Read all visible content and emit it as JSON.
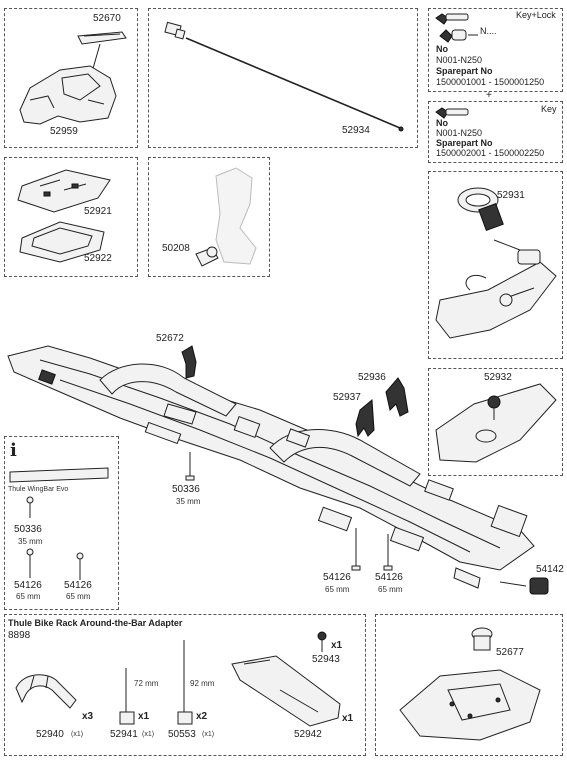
{
  "parts": {
    "p52670": "52670",
    "p52959": "52959",
    "p52934": "52934",
    "p52921": "52921",
    "p52922": "52922",
    "p50208": "50208",
    "p52931": "52931",
    "p52932": "52932",
    "p52672": "52672",
    "p52936": "52936",
    "p52937": "52937",
    "p50336_main": "50336",
    "p54126_a": "54126",
    "p54126_b": "54126",
    "p54142": "54142",
    "p52943": "52943",
    "p52677": "52677",
    "p52940": "52940",
    "p52941": "52941",
    "p50553": "50553",
    "p52942": "52942"
  },
  "key_lock": {
    "title": "Key+Lock",
    "n_label": "N....",
    "no_heading": "No",
    "no_value": "N001-N250",
    "sparepart_heading": "Sparepart No",
    "sparepart_value": "1500001001 - 1500001250"
  },
  "key": {
    "plus": "+",
    "title": "Key",
    "no_heading": "No",
    "no_value": "N001-N250",
    "sparepart_heading": "Sparepart No",
    "sparepart_value": "1500002001 - 1500002250"
  },
  "dims": {
    "d50336_main": "35 mm",
    "d54126_a": "65 mm",
    "d54126_b": "65 mm"
  },
  "info": {
    "icon": "i",
    "caption": "Thule WingBar Evo",
    "p50336": "50336",
    "d50336": "35 mm",
    "p54126_a": "54126",
    "d54126_a": "65 mm",
    "p54126_b": "54126",
    "d54126_b": "65 mm"
  },
  "adapter": {
    "title": "Thule Bike Rack Around-the-Bar Adapter",
    "number": "8898",
    "q52943": "x1",
    "q52940": "x3",
    "s52940": "(x1)",
    "q52941": "x1",
    "s52941": "(x1)",
    "d52941": "72 mm",
    "q50553": "x2",
    "s50553": "(x1)",
    "d50553": "92 mm",
    "q52942": "x1"
  }
}
